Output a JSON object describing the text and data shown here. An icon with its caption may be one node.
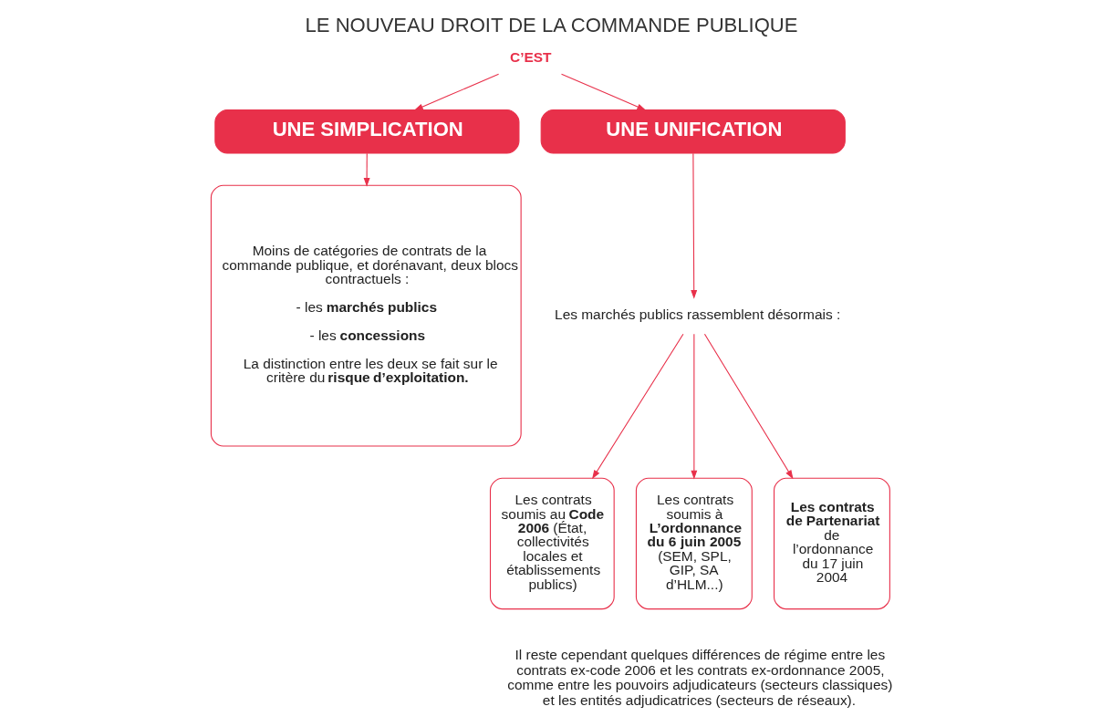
{
  "diagram": {
    "title": "LE NOUVEAU DROIT DE LA COMMANDE PUBLIQUE",
    "nodes": [
      {
        "text": [
          "C’EST"
        ]
      },
      {
        "text": [
          "UNE SIMPLICATION"
        ]
      },
      {
        "text": [
          "UNE UNIFICATION"
        ]
      },
      {
        "text": [
          "Moins de catégories de contrats de la commande publique, et dorénavant, deux blocs contractuels :",
          "- les **marchés publics**",
          "- les **concessions**",
          "La distinction entre les deux se fait sur le critère du **risque d’exploitation**."
        ]
      },
      {
        "text": [
          "Les marchés publics rassemblent désormais :"
        ]
      },
      {
        "text": [
          "Les contrats soumis au **Code 2006** (État, collectivités locales et établissements publics)"
        ]
      },
      {
        "text": [
          "Les contrats soumis à **L’ordonnance du 6 juin 2005** (SEM, SPL, GIP, SA d’HLM...)"
        ]
      },
      {
        "text": [
          "**Les contrats de Partenariat** de l’ordonnance du 17 juin 2004"
        ]
      }
    ],
    "edges": [
      {
        "from": 0,
        "to": 1,
        "arrow": "to"
      },
      {
        "from": 0,
        "to": 2,
        "arrow": "to"
      },
      {
        "from": 1,
        "to": 3,
        "arrow": "to"
      },
      {
        "from": 2,
        "to": 4,
        "arrow": "to"
      },
      {
        "from": 4,
        "to": 5,
        "arrow": "to"
      },
      {
        "from": 4,
        "to": 6,
        "arrow": "to"
      },
      {
        "from": 4,
        "to": 7,
        "arrow": "to"
      }
    ],
    "labels": [
      "Il reste cependant quelques différences de régime entre les contrats ex-code 2006 et les contrats ex-ordonnance 2005, comme entre les pouvoirs adjudicateurs (secteurs classiques) et les entités adjudicatrices (secteurs de réseaux)."
    ]
  }
}
